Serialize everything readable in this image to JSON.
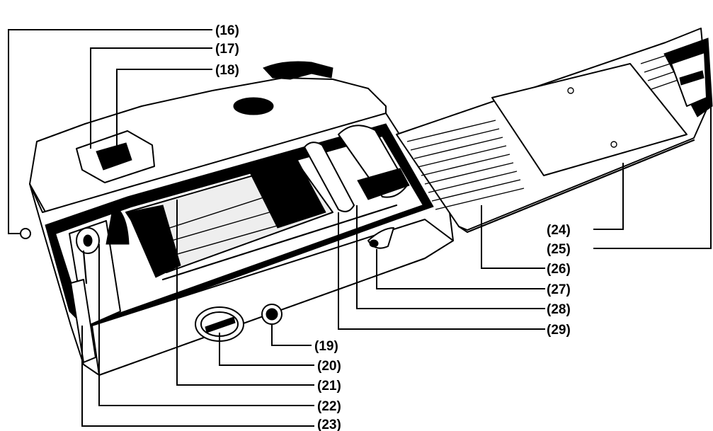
{
  "figure": {
    "callouts": [
      {
        "id": "16",
        "text": "(16)"
      },
      {
        "id": "17",
        "text": "(17)"
      },
      {
        "id": "18",
        "text": "(18)"
      },
      {
        "id": "19",
        "text": "(19)"
      },
      {
        "id": "20",
        "text": "(20)"
      },
      {
        "id": "21",
        "text": "(21)"
      },
      {
        "id": "22",
        "text": "(22)"
      },
      {
        "id": "23",
        "text": "(23)"
      },
      {
        "id": "24",
        "text": "(24)"
      },
      {
        "id": "25",
        "text": "(25)"
      },
      {
        "id": "26",
        "text": "(26)"
      },
      {
        "id": "27",
        "text": "(27)"
      },
      {
        "id": "28",
        "text": "(28)"
      },
      {
        "id": "29",
        "text": "(29)"
      }
    ]
  },
  "colors": {
    "ink": "#000000",
    "paper": "#ffffff"
  }
}
